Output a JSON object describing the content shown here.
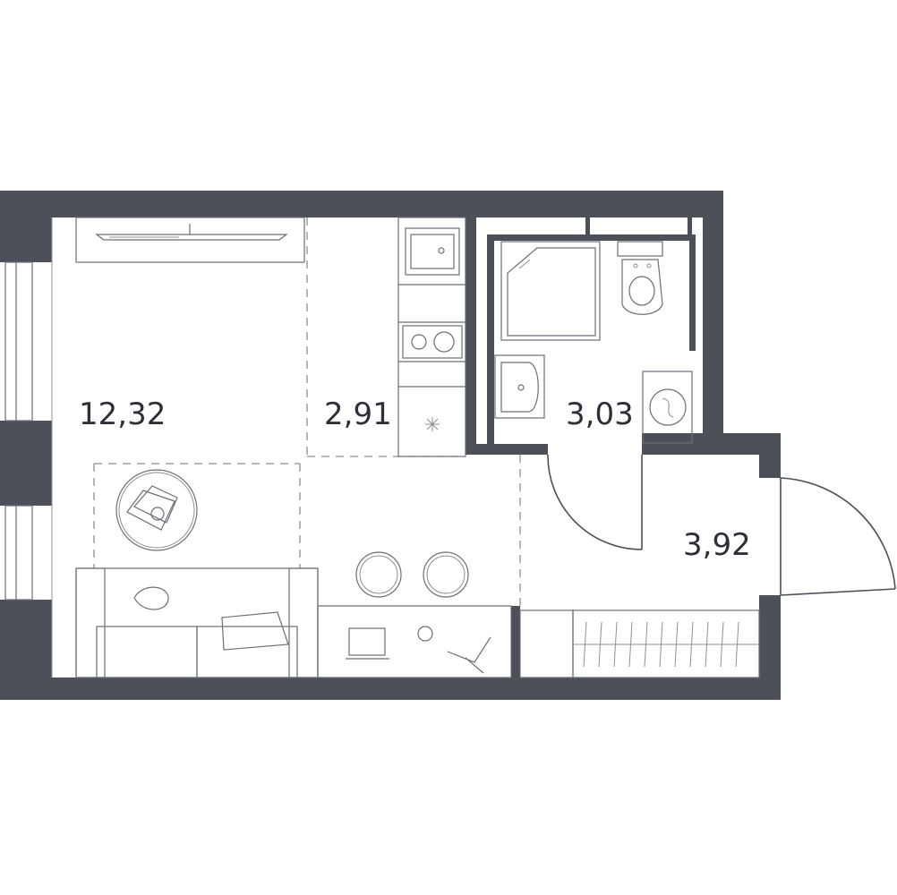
{
  "plan": {
    "rooms": [
      {
        "id": "living-room",
        "area": "12,32"
      },
      {
        "id": "kitchen",
        "area": "2,91"
      },
      {
        "id": "bathroom",
        "area": "3,03"
      },
      {
        "id": "hallway",
        "area": "3,92"
      }
    ],
    "colors": {
      "wall": "#4b5059",
      "fixture_line": "#6b6f77",
      "background": "#ffffff"
    }
  }
}
